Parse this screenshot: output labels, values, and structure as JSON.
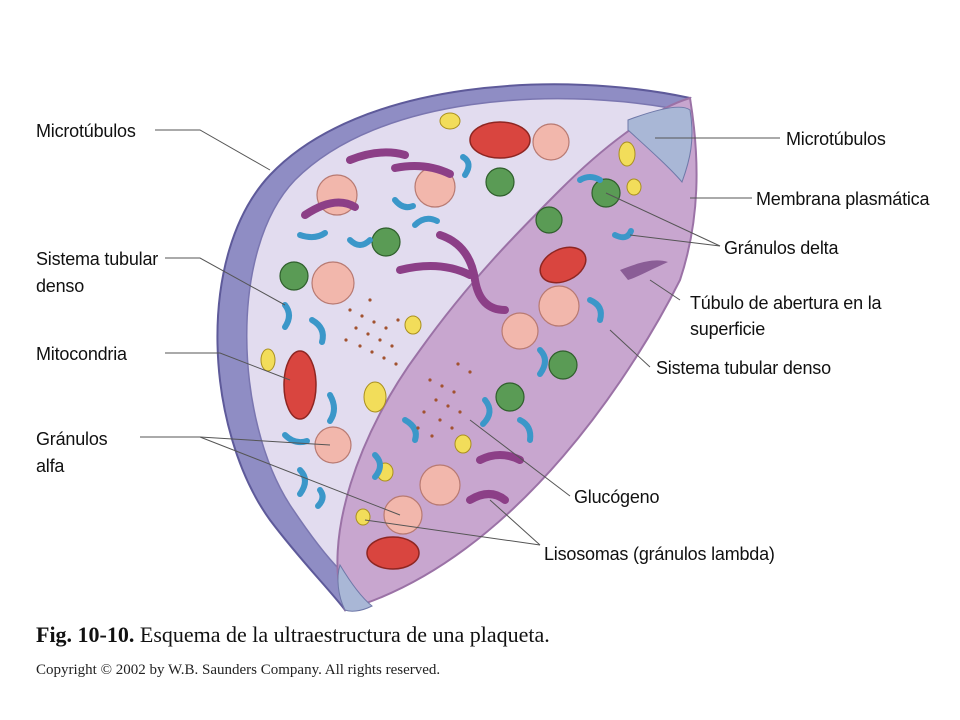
{
  "labels": {
    "microtubulos_left": "Microtúbulos",
    "sistema_tubular_denso_l1": "Sistema tubular",
    "sistema_tubular_denso_l2": "denso",
    "mitocondria": "Mitocondria",
    "granulos_alfa_l1": "Gránulos",
    "granulos_alfa_l2": "alfa",
    "microtubulos_right": "Microtúbulos",
    "membrana_plasmatica": "Membrana plasmática",
    "granulos_delta": "Gránulos delta",
    "tubulo_abertura_l1": "Túbulo de abertura en la",
    "tubulo_abertura_l2": "superficie",
    "sistema_tubular_denso_right": "Sistema tubular denso",
    "glucogeno": "Glucógeno",
    "lisosomas": "Lisosomas (gránulos lambda)"
  },
  "caption": {
    "figure_number": "Fig. 10-10.",
    "text": " Esquema de la ultraestructura de una plaqueta."
  },
  "copyright": "Copyright © 2002 by W.B. Saunders Company. All rights reserved.",
  "colors": {
    "membrane_outer": "#8f8dc4",
    "membrane_edge": "#5e5a9a",
    "cytoplasm": "#e2dcef",
    "cut_face": "#c8a6cf",
    "cut_edge": "#9b72a6",
    "mitochondria": "#d9453f",
    "alpha_granule": "#f2b7ac",
    "delta_granule": "#5a9b55",
    "lysosome": "#f2dd5a",
    "tubular_system": "#3b97c9",
    "microtubule": "#8c3f87"
  }
}
